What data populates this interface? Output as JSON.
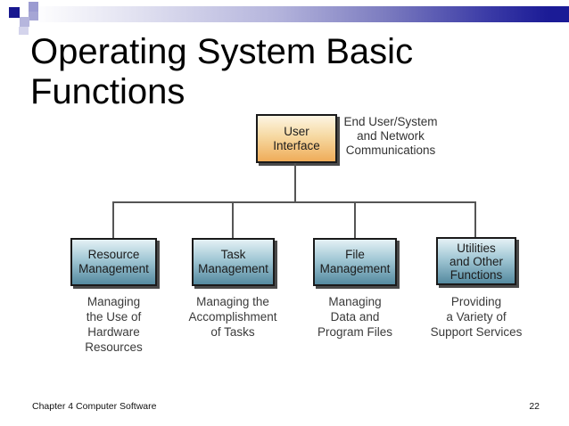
{
  "title": "Operating System Basic\nFunctions",
  "decor": {
    "bar_gradient_left": "#fdfdfe",
    "bar_gradient_right": "#1b1b96",
    "pixel_square_dark": "#17178f",
    "pixel_square_light": "#d4d4ec"
  },
  "diagram": {
    "root": {
      "label": "User\nInterface",
      "annotation": "End User/System\nand Network\nCommunications",
      "fill_top": "#fdf5e3",
      "fill_bottom": "#efac59"
    },
    "connector_color": "#555555",
    "child_fill_top": "#e4f1f5",
    "child_fill_bottom": "#558aa0",
    "children": [
      {
        "label": "Resource\nManagement",
        "caption": "Managing\nthe Use of\nHardware\nResources"
      },
      {
        "label": "Task\nManagement",
        "caption": "Managing the\nAccomplishment\nof Tasks"
      },
      {
        "label": "File\nManagement",
        "caption": "Managing\nData and\nProgram Files"
      },
      {
        "label": "Utilities\nand Other\nFunctions",
        "caption": "Providing\na Variety of\nSupport Services"
      }
    ]
  },
  "footer": {
    "left": "Chapter 4 Computer Software",
    "page": "22"
  }
}
